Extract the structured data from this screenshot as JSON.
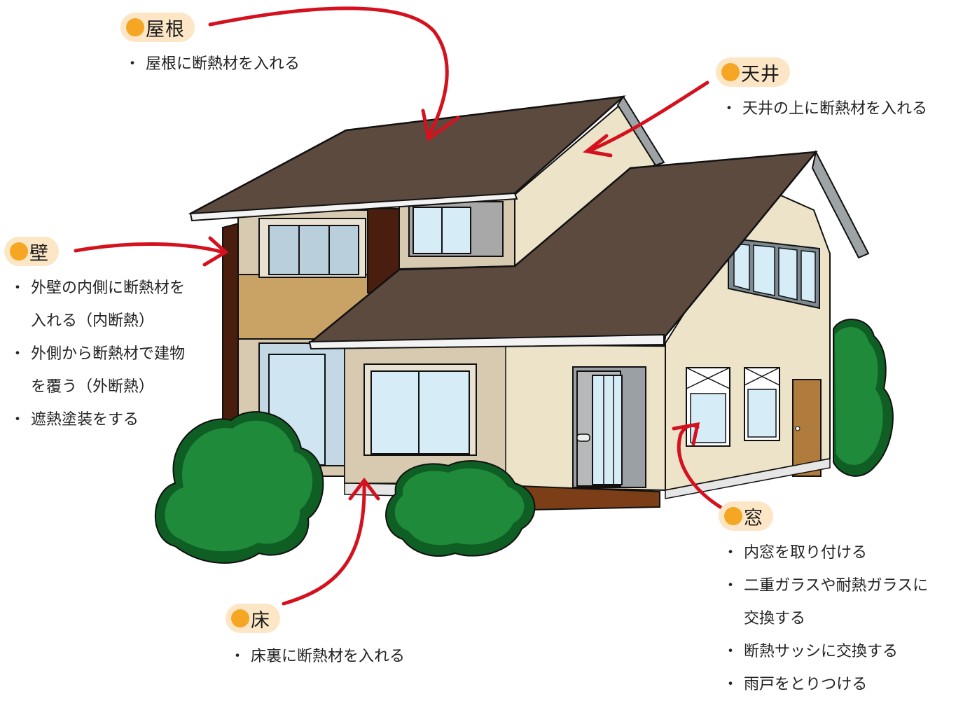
{
  "sections": {
    "yane": {
      "title": "屋根",
      "items": [
        "屋根に断熱材を入れる"
      ]
    },
    "tenjo": {
      "title": "天井",
      "items": [
        "天井の上に断熱材を入れる"
      ]
    },
    "kabe": {
      "title": "壁",
      "items": [
        [
          "外壁の内側に断熱材を",
          "入れる（内断熱）"
        ],
        [
          "外側から断熱材で建物",
          "を覆う（外断熱）"
        ],
        [
          "遮熱塗装をする"
        ]
      ]
    },
    "mado": {
      "title": "窓",
      "items": [
        [
          "内窓を取り付ける"
        ],
        [
          "二重ガラスや耐熱ガラスに",
          "交換する"
        ],
        [
          "断熱サッシに交換する"
        ],
        [
          "雨戸をとりつける"
        ]
      ]
    },
    "yuka": {
      "title": "床",
      "items": [
        "床裏に断熱材を入れる"
      ]
    }
  },
  "colors": {
    "roof": "#5d4a3f",
    "wall": "#ede3c8",
    "wall_shadow": "#d7cab0",
    "wood_dark": "#4a1e0e",
    "wood_light": "#c9a266",
    "glass": "#d6ecf7",
    "tree": "#1f8a3a",
    "tree_shadow": "#0f5e24",
    "arrow": "#d4121f",
    "badge_bg": "#fde6c6",
    "badge_dot": "#f5a623"
  }
}
